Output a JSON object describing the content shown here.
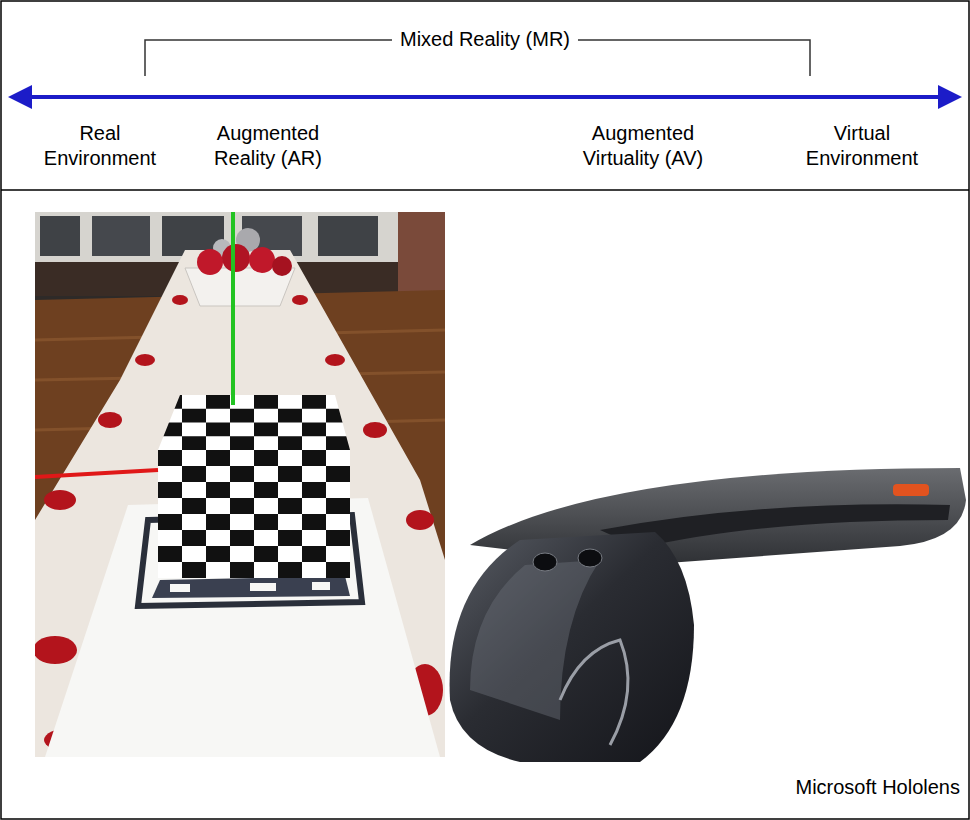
{
  "diagram": {
    "labels": [
      "Mixed Reality (MR)",
      "Real Environment",
      "Augmented Reality (AR)",
      "Augmented Virtuality (AV)",
      "Virtual Environment",
      "Microsoft Hololens"
    ]
  }
}
